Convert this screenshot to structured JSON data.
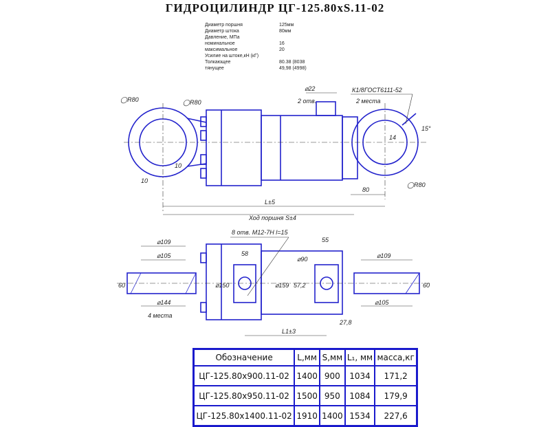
{
  "title": "ГИДРОЦИЛИНДР  ЦГ-125.80хS.11-02",
  "specs": [
    {
      "label": "Диаметр поршня",
      "value": "125мм"
    },
    {
      "label": "Диаметр штока",
      "value": "80мм"
    },
    {
      "label": "Давление, МПа",
      "value": ""
    },
    {
      "label": "номинальное",
      "value": "16"
    },
    {
      "label": "максимальное",
      "value": "20"
    },
    {
      "label": "Усилие на штоке,кН (кГ)",
      "value": ""
    },
    {
      "label": "Толкающее",
      "value": "80.38 (8038"
    },
    {
      "label": "тянущее",
      "value": "49,98   (4998)"
    }
  ],
  "top_view": {
    "r80_left": "◯R80",
    "r80_mid": "◯R80",
    "r80_right": "◯R80",
    "dia22": "⌀22",
    "holes2": "2 отв.",
    "gost": "К1/8ГОСТ6111-52",
    "places2": "2 места",
    "angle15": "15°",
    "dim14": "14",
    "dim10a": "10",
    "dim10b": "10",
    "dim80": "80",
    "L5": "L±5",
    "stroke": "Ход поршня S±4"
  },
  "bottom_view": {
    "holes8": "8 отв. М12-7H l=15",
    "d109_left": "⌀109",
    "d105_left": "⌀105",
    "d144": "⌀144",
    "places4": "4 места",
    "d60_left": "60",
    "d150": "⌀150",
    "d58": "58",
    "d159": "⌀159",
    "d57_2": "57,2",
    "d90": "⌀90",
    "d55": "55",
    "d109_right": "⌀109",
    "d105_right": "⌀105",
    "d60_right": "60",
    "d27_8": "27,8",
    "L1": "L1±3"
  },
  "table": {
    "headers": [
      "Обозначение",
      "L,мм",
      "S,мм",
      "L₁, мм",
      "масса,кг"
    ],
    "rows": [
      [
        "ЦГ-125.80х900.11-02",
        "1400",
        "900",
        "1034",
        "171,2"
      ],
      [
        "ЦГ-125.80х950.11-02",
        "1500",
        "950",
        "1084",
        "179,9"
      ],
      [
        "ЦГ-125.80х1400.11-02",
        "1910",
        "1400",
        "1534",
        "227,6"
      ]
    ]
  }
}
